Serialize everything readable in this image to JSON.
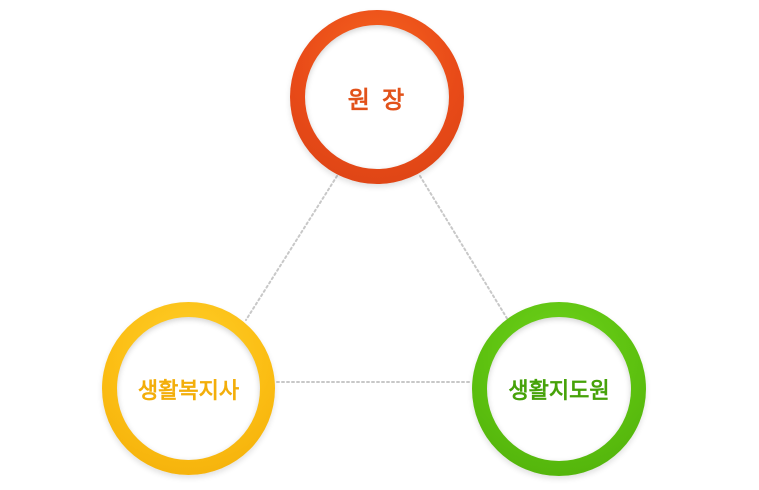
{
  "diagram": {
    "nodes": [
      {
        "id": "director",
        "label": "원 장",
        "color": "#e84a18"
      },
      {
        "id": "social-worker",
        "label": "생활복지사",
        "color": "#fbbd13"
      },
      {
        "id": "life-guide",
        "label": "생활지도원",
        "color": "#5cc00f"
      }
    ],
    "connectors": [
      {
        "from": "director",
        "to": "social-worker",
        "style": "dotted",
        "color": "#c8c8c8"
      },
      {
        "from": "director",
        "to": "life-guide",
        "style": "dotted",
        "color": "#c8c8c8"
      },
      {
        "from": "social-worker",
        "to": "life-guide",
        "style": "dotted",
        "color": "#c8c8c8"
      }
    ]
  }
}
